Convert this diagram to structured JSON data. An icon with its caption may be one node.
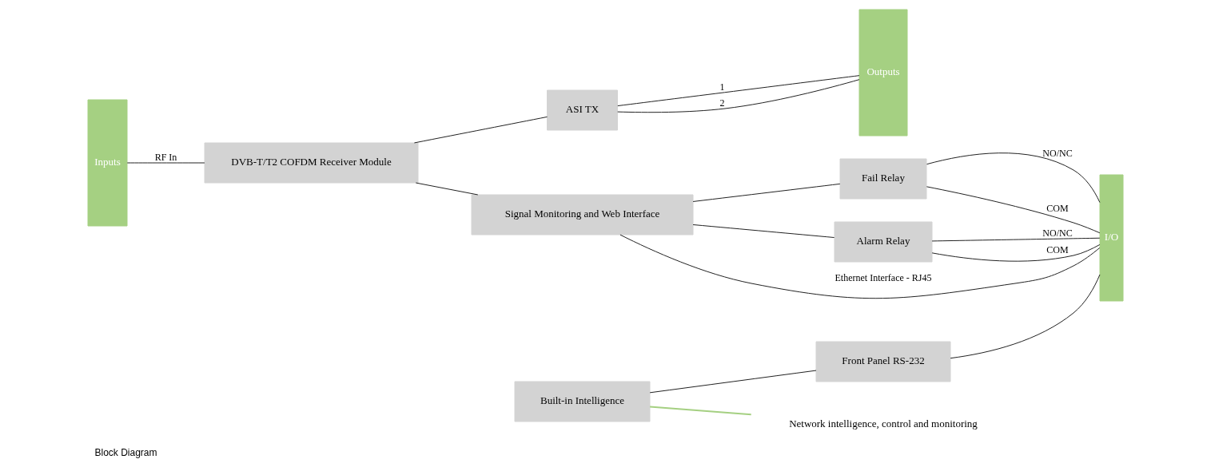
{
  "diagram": {
    "caption": "Block Diagram",
    "nodes": [
      {
        "text": [
          "Inputs"
        ]
      },
      {
        "text": [
          "DVB-T/T2 COFDM Receiver Module"
        ]
      },
      {
        "text": [
          "ASI TX"
        ]
      },
      {
        "text": [
          "Outputs"
        ]
      },
      {
        "text": [
          "Signal Monitoring and Web Interface"
        ]
      },
      {
        "text": [
          "Fail Relay"
        ]
      },
      {
        "text": [
          "Alarm Relay"
        ]
      },
      {
        "text": [
          "I/O"
        ]
      },
      {
        "text": [
          "Built-in Intelligence"
        ]
      },
      {
        "text": [
          "Front Panel RS-232"
        ]
      },
      {
        "text": [
          "Network intelligence, control and monitoring"
        ]
      }
    ],
    "edges": [
      {
        "from": 0,
        "to": 1,
        "arrow": "none",
        "label": "RF In"
      },
      {
        "from": 1,
        "to": 2,
        "arrow": "none"
      },
      {
        "from": 2,
        "to": 3,
        "arrow": "none",
        "label": "1"
      },
      {
        "from": 2,
        "to": 3,
        "arrow": "none",
        "label": "2"
      },
      {
        "from": 1,
        "to": 4,
        "arrow": "none"
      },
      {
        "from": 4,
        "to": 5,
        "arrow": "none"
      },
      {
        "from": 4,
        "to": 6,
        "arrow": "none"
      },
      {
        "from": 5,
        "to": 7,
        "arrow": "none",
        "label": "NO/NC"
      },
      {
        "from": 5,
        "to": 7,
        "arrow": "none",
        "label": "COM"
      },
      {
        "from": 6,
        "to": 7,
        "arrow": "none",
        "label": "NO/NC"
      },
      {
        "from": 6,
        "to": 7,
        "arrow": "none",
        "label": "COM"
      },
      {
        "from": 4,
        "to": 7,
        "arrow": "none",
        "label": "Ethernet Interface - RJ45"
      },
      {
        "from": 8,
        "to": 9,
        "arrow": "none"
      },
      {
        "from": 9,
        "to": 7,
        "arrow": "none"
      },
      {
        "from": 8,
        "to": 10,
        "arrow": "none",
        "color": "#a5d082"
      }
    ]
  }
}
